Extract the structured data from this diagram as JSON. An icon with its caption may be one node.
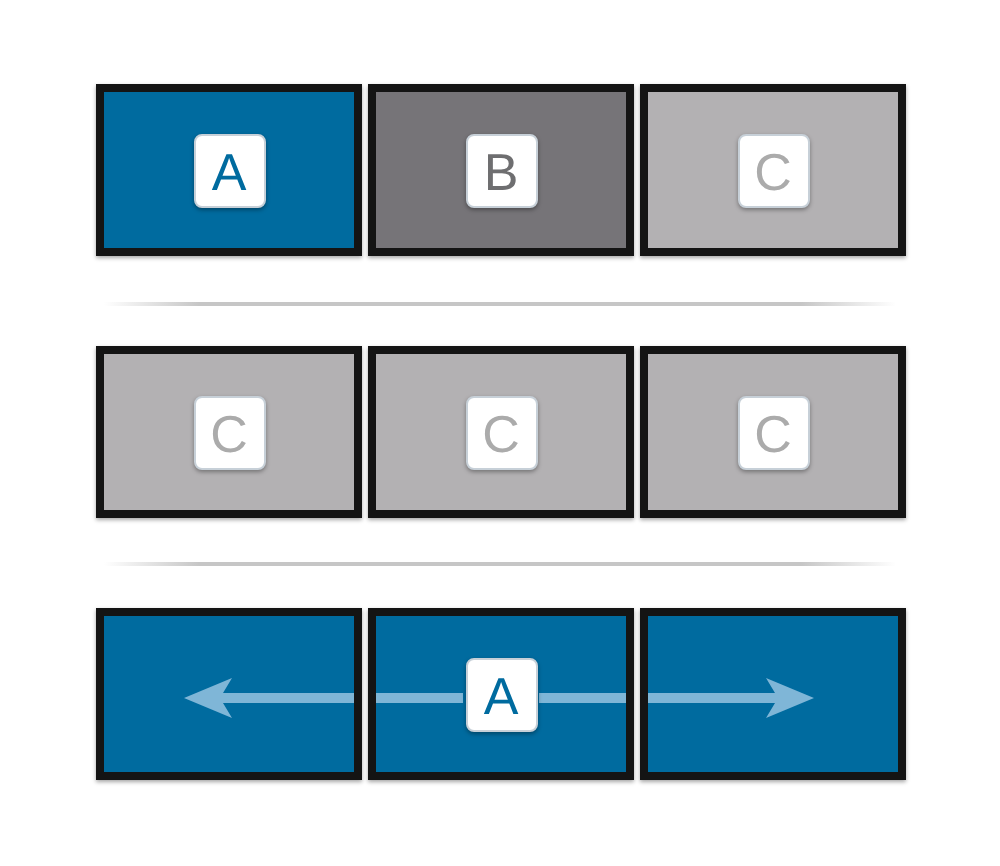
{
  "diagram": {
    "nodes": [
      {
        "text": [
          "A"
        ]
      },
      {
        "text": [
          "B"
        ]
      },
      {
        "text": [
          "C"
        ]
      },
      {
        "text": [
          "C"
        ]
      },
      {
        "text": [
          "C"
        ]
      },
      {
        "text": [
          "C"
        ]
      },
      {
        "text": [],
        "shape": "box"
      },
      {
        "text": [
          "A"
        ]
      },
      {
        "text": [],
        "shape": "box"
      }
    ]
  }
}
